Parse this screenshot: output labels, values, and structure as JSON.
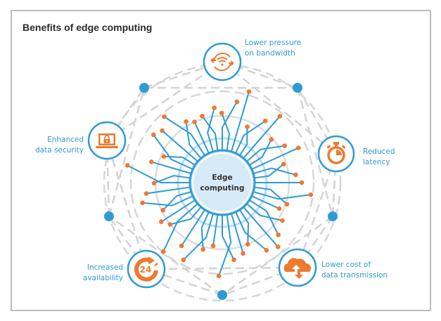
{
  "title": "Benefits of edge computing",
  "center": {
    "line1": "Edge",
    "line2": "computing"
  },
  "benefits": [
    {
      "icon": "wifi-sync-icon",
      "line1": "Lower pressure",
      "line2": "on bandwidth"
    },
    {
      "icon": "stopwatch-icon",
      "line1": "Reduced",
      "line2": "latency"
    },
    {
      "icon": "cloud-upload-download-icon",
      "line1": "Lower cost of",
      "line2": "data transmission"
    },
    {
      "icon": "24-hour-icon",
      "line1": "Increased",
      "line2": "availability",
      "badge": "24"
    },
    {
      "icon": "laptop-lock-icon",
      "line1": "Enhanced",
      "line2": "data security"
    }
  ],
  "colors": {
    "accent_blue": "#2d9bd6",
    "accent_orange": "#ec7a31",
    "dash_gray": "#d0d0d0",
    "center_fill": "#d6eaf7"
  }
}
